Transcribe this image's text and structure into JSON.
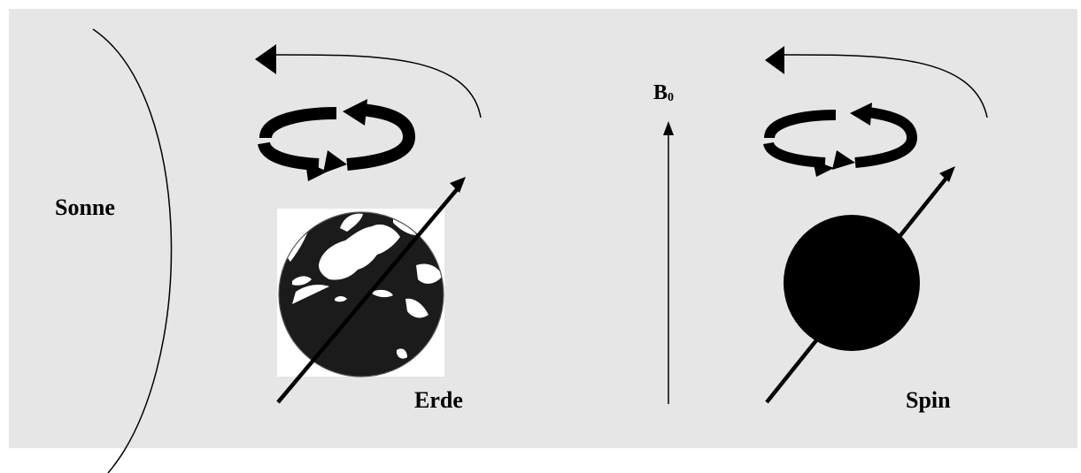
{
  "labels": {
    "sun": "Sonne",
    "earth": "Erde",
    "field": "B",
    "field_subscript": "0",
    "spin": "Spin"
  },
  "colors": {
    "panel": "#e6e6e6",
    "ink": "#000000",
    "earth_land": "#ffffff",
    "earth_ocean": "#1a1a1a"
  }
}
